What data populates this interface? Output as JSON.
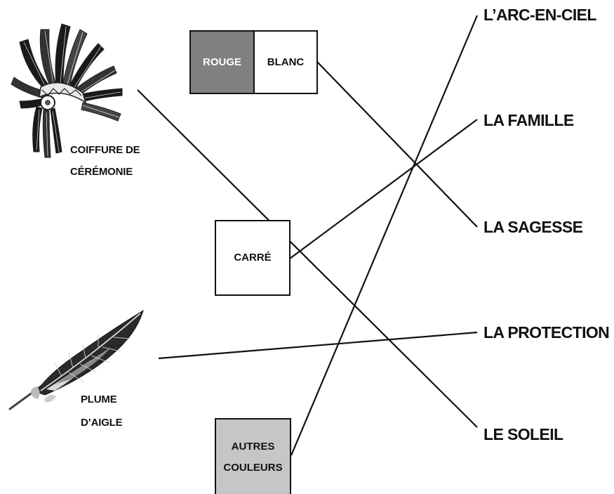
{
  "left_items": {
    "headdress": {
      "line1": "COIFFURE DE",
      "line2": "CÉRÉMONIE",
      "icon": "war-bonnet-icon"
    },
    "feather": {
      "line1": "PLUME",
      "line2": "D’AIGLE",
      "icon": "eagle-feather-icon"
    }
  },
  "boxes": {
    "rouge": {
      "label": "ROUGE",
      "fill": "#808080",
      "text_color": "#ffffff"
    },
    "blanc": {
      "label": "BLANC",
      "fill": "#ffffff",
      "text_color": "#111111"
    },
    "carre": {
      "label": "CARRÉ",
      "fill": "#ffffff",
      "text_color": "#111111"
    },
    "autres": {
      "line1": "AUTRES",
      "line2": "COULEURS",
      "fill": "#c6c6c6",
      "text_color": "#111111"
    }
  },
  "right_items": [
    {
      "id": "arc",
      "label": "L’ARC-EN-CIEL"
    },
    {
      "id": "famille",
      "label": "LA FAMILLE"
    },
    {
      "id": "sagesse",
      "label": "LA SAGESSE"
    },
    {
      "id": "protection",
      "label": "LA PROTECTION"
    },
    {
      "id": "soleil",
      "label": "LE SOLEIL"
    }
  ],
  "connections": [
    {
      "from": "headdress",
      "to": "soleil"
    },
    {
      "from": "blanc",
      "to": "sagesse"
    },
    {
      "from": "carre",
      "to": "famille"
    },
    {
      "from": "feather",
      "to": "protection"
    },
    {
      "from": "autres",
      "to": "arc"
    }
  ]
}
